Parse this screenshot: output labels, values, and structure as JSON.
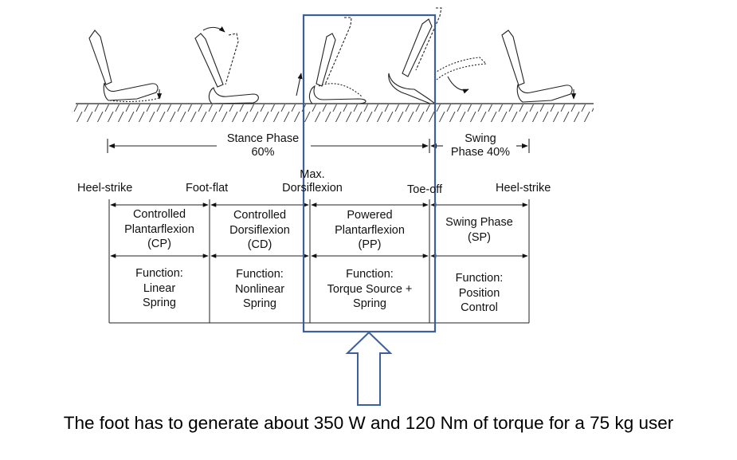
{
  "phases": {
    "stance": [
      "Stance Phase",
      "60%"
    ],
    "swing": [
      "Swing",
      "Phase 40%"
    ]
  },
  "events": {
    "heel_strike_1": "Heel-strike",
    "foot_flat": "Foot-flat",
    "max_dorsiflexion": [
      "Max.",
      "Dorsiflexion"
    ],
    "toe_off": "Toe-off",
    "heel_strike_2": "Heel-strike"
  },
  "sub_phases": [
    {
      "name": [
        "Controlled",
        "Plantarflexion",
        "(CP)"
      ],
      "function": [
        "Function:",
        "Linear",
        "Spring"
      ]
    },
    {
      "name": [
        "Controlled",
        "Dorsiflexion",
        "(CD)"
      ],
      "function": [
        "Function:",
        "Nonlinear",
        "Spring"
      ]
    },
    {
      "name": [
        "Powered",
        "Plantarflexion",
        "(PP)"
      ],
      "function": [
        "Function:",
        "Torque Source +",
        "Spring"
      ]
    },
    {
      "name": [
        "Swing Phase",
        "(SP)"
      ],
      "function": [
        "Function:",
        "Position",
        "Control"
      ]
    }
  ],
  "caption": "The foot has to generate about 350 W and 120 Nm of torque for a 75 kg user",
  "colors": {
    "highlight": "#3d5f9a",
    "ink": "#111111"
  }
}
